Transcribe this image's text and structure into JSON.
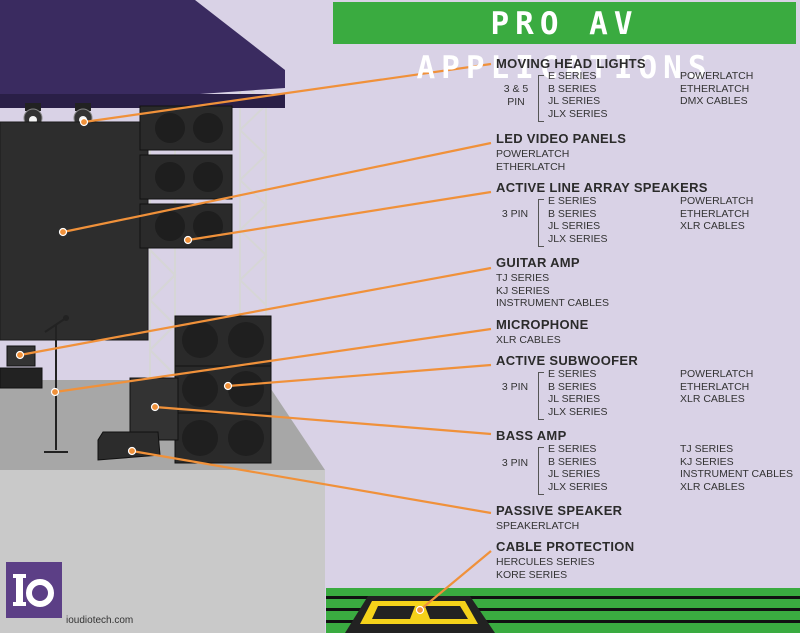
{
  "title": "PRO AV APPLICATIONS",
  "brand": {
    "url": "ioudiotech.com",
    "logo_icon": "io-logo-icon",
    "logo_color": "#5c3f86"
  },
  "colors": {
    "accent_green": "#3aab40",
    "callout_orange": "#f0913a",
    "background": "#d9d2e6"
  },
  "sections": {
    "moving_head": {
      "title": "MOVING HEAD LIGHTS",
      "pin": [
        "3 & 5",
        "PIN"
      ],
      "col1": [
        "E SERIES",
        "B SERIES",
        "JL SERIES",
        "JLX SERIES"
      ],
      "col2": [
        "POWERLATCH",
        "ETHERLATCH",
        "DMX CABLES"
      ]
    },
    "led": {
      "title": "LED VIDEO PANELS",
      "items": [
        "POWERLATCH",
        "ETHERLATCH"
      ]
    },
    "line_array": {
      "title": "ACTIVE LINE ARRAY SPEAKERS",
      "pin": [
        "3 PIN"
      ],
      "col1": [
        "E SERIES",
        "B SERIES",
        "JL SERIES",
        "JLX SERIES"
      ],
      "col2": [
        "POWERLATCH",
        "ETHERLATCH",
        "XLR CABLES"
      ]
    },
    "guitar": {
      "title": "GUITAR AMP",
      "items": [
        "TJ SERIES",
        "KJ SERIES",
        "INSTRUMENT CABLES"
      ]
    },
    "mic": {
      "title": "MICROPHONE",
      "items": [
        "XLR CABLES"
      ]
    },
    "sub": {
      "title": "ACTIVE SUBWOOFER",
      "pin": [
        "3 PIN"
      ],
      "col1": [
        "E SERIES",
        "B SERIES",
        "JL SERIES",
        "JLX SERIES"
      ],
      "col2": [
        "POWERLATCH",
        "ETHERLATCH",
        "XLR CABLES"
      ]
    },
    "bass": {
      "title": "BASS AMP",
      "pin": [
        "3 PIN"
      ],
      "col1": [
        "E SERIES",
        "B SERIES",
        "JL SERIES",
        "JLX SERIES"
      ],
      "col2": [
        "TJ SERIES",
        "KJ SERIES",
        "INSTRUMENT CABLES",
        "XLR CABLES"
      ]
    },
    "passive": {
      "title": "PASSIVE SPEAKER",
      "items": [
        "SPEAKERLATCH"
      ]
    },
    "cable": {
      "title": "CABLE PROTECTION",
      "items": [
        "HERCULES SERIES",
        "KORE SERIES"
      ]
    }
  }
}
